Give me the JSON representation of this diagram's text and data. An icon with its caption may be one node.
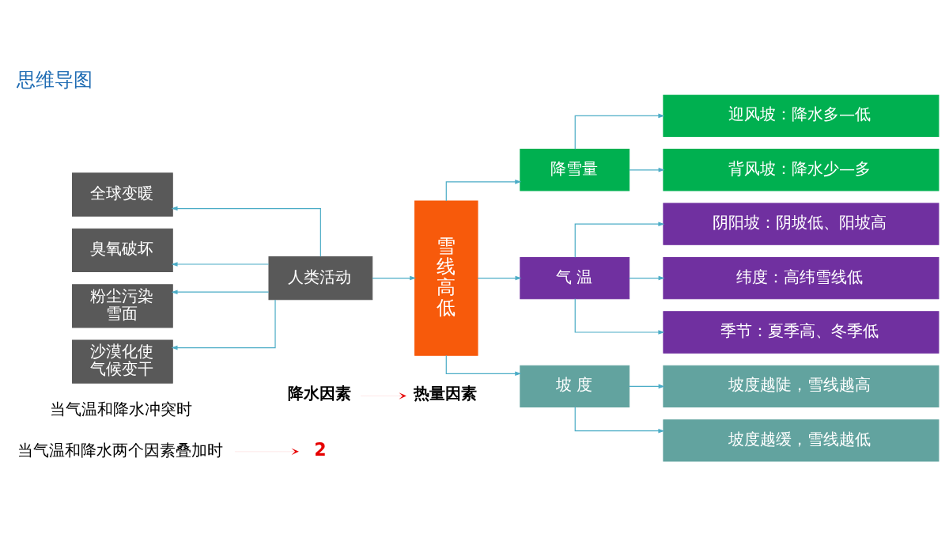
{
  "diagram": {
    "title": "思维导图",
    "nodes": [
      {
        "text": [
          "全球变暖"
        ]
      },
      {
        "text": [
          "臭氧破坏"
        ]
      },
      {
        "text": [
          "粉尘污染雪面"
        ]
      },
      {
        "text": [
          "沙漠化使气候变干"
        ]
      },
      {
        "text": [
          "人类活动"
        ]
      },
      {
        "text": [
          "雪线高低"
        ]
      },
      {
        "text": [
          "降雪量"
        ]
      },
      {
        "text": [
          "气 温"
        ]
      },
      {
        "text": [
          "坡 度"
        ]
      },
      {
        "text": [
          "迎风坡：降水多—低"
        ]
      },
      {
        "text": [
          "背风坡：降水少—多"
        ]
      },
      {
        "text": [
          "阴阳坡：阴坡低、阳坡高"
        ]
      },
      {
        "text": [
          "纬度：高纬雪线低"
        ]
      },
      {
        "text": [
          "季节：夏季高、冬季低"
        ]
      },
      {
        "text": [
          "坡度越陡，雪线越高"
        ]
      },
      {
        "text": [
          "坡度越缓，雪线越低"
        ]
      },
      {
        "text": [
          "降水因素"
        ]
      },
      {
        "text": [
          "热量因素"
        ]
      },
      {
        "text": [
          "当气温和降水两个因素叠加时"
        ]
      },
      {
        "text": [
          "2"
        ]
      }
    ],
    "edges": [
      {
        "from": 4,
        "to": 0,
        "arrow": "to"
      },
      {
        "from": 4,
        "to": 1,
        "arrow": "to"
      },
      {
        "from": 4,
        "to": 2,
        "arrow": "to"
      },
      {
        "from": 4,
        "to": 3,
        "arrow": "to"
      },
      {
        "from": 4,
        "to": 5,
        "arrow": "to"
      },
      {
        "from": 5,
        "to": 6,
        "arrow": "to"
      },
      {
        "from": 5,
        "to": 7,
        "arrow": "to"
      },
      {
        "from": 5,
        "to": 8,
        "arrow": "to"
      },
      {
        "from": 6,
        "to": 9,
        "arrow": "to"
      },
      {
        "from": 6,
        "to": 10,
        "arrow": "to"
      },
      {
        "from": 7,
        "to": 11,
        "arrow": "to"
      },
      {
        "from": 7,
        "to": 12,
        "arrow": "to"
      },
      {
        "from": 7,
        "to": 13,
        "arrow": "to"
      },
      {
        "from": 8,
        "to": 14,
        "arrow": "to"
      },
      {
        "from": 8,
        "to": 15,
        "arrow": "to"
      },
      {
        "from": 16,
        "to": 17,
        "arrow": "to",
        "color": "#e60000"
      },
      {
        "from": 18,
        "to": 19,
        "arrow": "to",
        "color": "#e60000"
      }
    ],
    "labels": [
      "当气温和降水冲突时"
    ]
  }
}
